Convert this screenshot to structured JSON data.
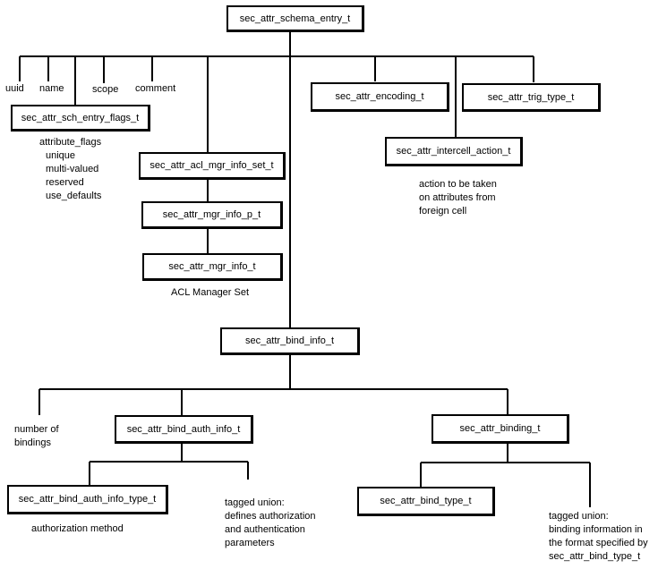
{
  "boxes": {
    "schema_entry": "sec_attr_schema_entry_t",
    "sch_entry_flags": "sec_attr_sch_entry_flags_t",
    "encoding": "sec_attr_encoding_t",
    "trig_type": "sec_attr_trig_type_t",
    "intercell_action": "sec_attr_intercell_action_t",
    "acl_mgr_info_set": "sec_attr_acl_mgr_info_set_t",
    "mgr_info_p": "sec_attr_mgr_info_p_t",
    "mgr_info": "sec_attr_mgr_info_t",
    "bind_info": "sec_attr_bind_info_t",
    "bind_auth_info": "sec_attr_bind_auth_info_t",
    "binding": "sec_attr_binding_t",
    "bind_auth_info_type": "sec_attr_bind_auth_info_type_t",
    "bind_type": "sec_attr_bind_type_t"
  },
  "labels": {
    "uuid": "uuid",
    "name": "name",
    "scope": "scope",
    "comment": "comment",
    "flags_title": "attribute_flags",
    "flags_items": [
      "unique",
      "multi-valued",
      "reserved",
      "use_defaults"
    ],
    "intercell_note": [
      "action to be taken",
      "on attributes from",
      "foreign cell"
    ],
    "acl_manager_set": "ACL Manager Set",
    "num_bindings": [
      "number of",
      "bindings"
    ],
    "auth_method": "authorization method",
    "auth_union_note": [
      "tagged union:",
      "defines authorization",
      "and authentication",
      "parameters"
    ],
    "binding_union_note": [
      "tagged union:",
      "binding information in",
      "the format specified by",
      "sec_attr_bind_type_t"
    ]
  }
}
